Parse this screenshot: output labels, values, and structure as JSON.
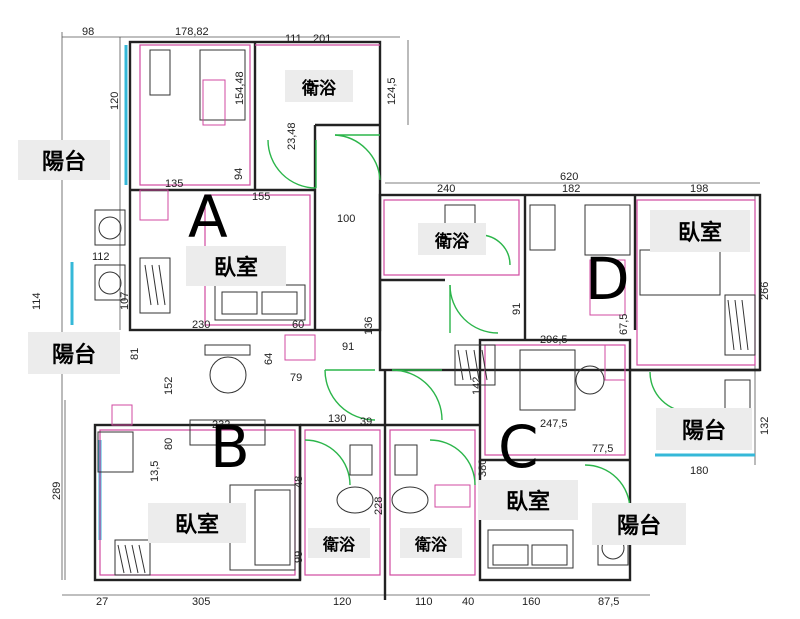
{
  "units": {
    "A": {
      "letter": "A",
      "bedroom": "臥室",
      "bath": "衛浴",
      "balcony1": "陽台",
      "balcony2": "陽台"
    },
    "B": {
      "letter": "B",
      "bedroom": "臥室",
      "bath": "衛浴"
    },
    "C": {
      "letter": "C",
      "bedroom": "臥室",
      "bath": "衛浴",
      "balcony": "陽台"
    },
    "D": {
      "letter": "D",
      "bedroom": "臥室",
      "bath": "衛浴",
      "balcony": "陽台"
    }
  },
  "dimensions": {
    "top": [
      "98",
      "178,82",
      "111",
      "201"
    ],
    "a_left": [
      "120",
      "114"
    ],
    "a_inner": [
      "135",
      "155",
      "112",
      "107",
      "94",
      "23,48",
      "154,48",
      "124,5"
    ],
    "corridor": [
      "100",
      "136",
      "91",
      "79",
      "64",
      "60",
      "230"
    ],
    "right_top": [
      "620",
      "240",
      "182",
      "198",
      "266",
      "91",
      "67,5"
    ],
    "c": [
      "296,5",
      "247,5",
      "142",
      "77,5",
      "132",
      "180",
      "380"
    ],
    "b": [
      "81",
      "152",
      "80",
      "232",
      "13,5",
      "289",
      "130",
      "39",
      "48",
      "99",
      "228"
    ],
    "bottom": [
      "27",
      "305",
      "120",
      "110",
      "40",
      "160",
      "87,5"
    ]
  }
}
